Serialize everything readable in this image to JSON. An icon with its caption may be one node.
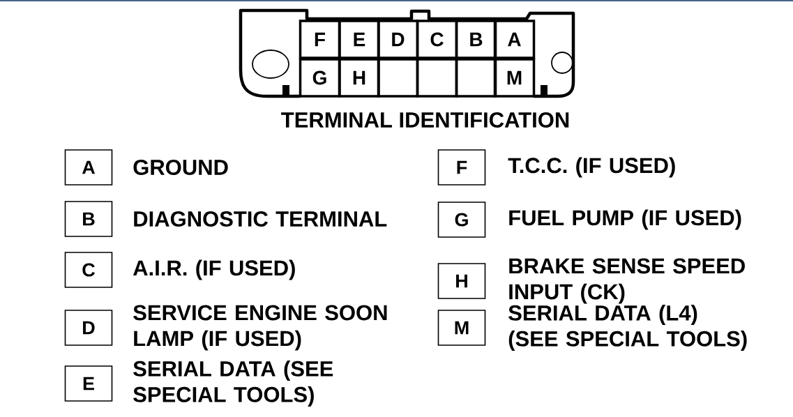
{
  "diagram": {
    "caption": "TERMINAL IDENTIFICATION",
    "nodes": [
      {
        "text": [],
        "shape": "connector"
      },
      {
        "text": [
          "F"
        ],
        "in": 0
      },
      {
        "text": [
          "E"
        ],
        "in": 0
      },
      {
        "text": [
          "D"
        ],
        "in": 0
      },
      {
        "text": [
          "C"
        ],
        "in": 0
      },
      {
        "text": [
          "B"
        ],
        "in": 0
      },
      {
        "text": [
          "A"
        ],
        "in": 0
      },
      {
        "text": [
          "G"
        ],
        "in": 0
      },
      {
        "text": [
          "H"
        ],
        "in": 0
      },
      {
        "text": [],
        "shape": "box",
        "in": 0
      },
      {
        "text": [],
        "shape": "box",
        "in": 0
      },
      {
        "text": [],
        "shape": "box",
        "in": 0
      },
      {
        "text": [
          "M"
        ],
        "in": 0
      },
      {
        "text": [
          "A"
        ],
        "beside": [
          "GROUND"
        ]
      },
      {
        "text": [
          "B"
        ],
        "beside": [
          "DIAGNOSTIC TERMINAL"
        ]
      },
      {
        "text": [
          "C"
        ],
        "beside": [
          "A.I.R. (IF USED)"
        ]
      },
      {
        "text": [
          "D"
        ],
        "beside": [
          "SERVICE ENGINE SOON LAMP (IF USED)"
        ]
      },
      {
        "text": [
          "E"
        ],
        "beside": [
          "SERIAL DATA (SEE SPECIAL TOOLS)"
        ]
      },
      {
        "text": [
          "F"
        ],
        "beside": [
          "T.C.C. (IF USED)"
        ]
      },
      {
        "text": [
          "G"
        ],
        "beside": [
          "FUEL PUMP (IF USED)"
        ]
      },
      {
        "text": [
          "H"
        ],
        "beside": [
          "BRAKE SENSE SPEED INPUT (CK)"
        ]
      },
      {
        "text": [
          "M"
        ],
        "beside": [
          "SERIAL DATA (L4) (SEE SPECIAL TOOLS)"
        ]
      }
    ]
  }
}
